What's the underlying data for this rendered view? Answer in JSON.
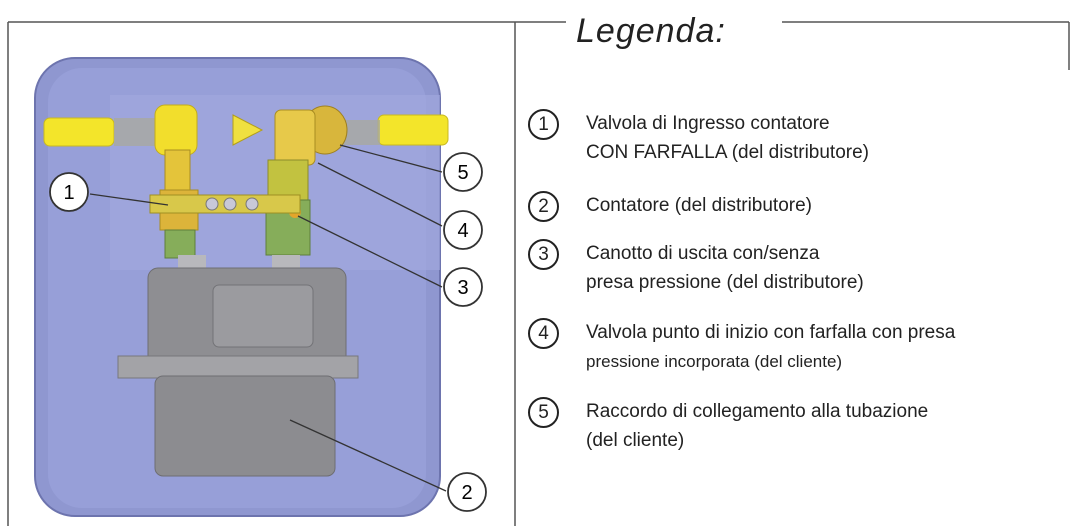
{
  "legend": {
    "title": "Legenda:",
    "items": [
      {
        "num": "1",
        "lines": [
          "Valvola di Ingresso contatore",
          "CON FARFALLA (del distributore)"
        ]
      },
      {
        "num": "2",
        "lines": [
          "Contatore (del distributore)"
        ]
      },
      {
        "num": "3",
        "lines": [
          "Canotto di uscita con/senza",
          "presa pressione (del distributore)"
        ]
      },
      {
        "num": "4",
        "lines": [
          "Valvola punto di inizio con farfalla con presa",
          "pressione incorporata (del cliente)"
        ]
      },
      {
        "num": "5",
        "lines": [
          "Raccordo di collegamento alla tubazione",
          "(del cliente)"
        ]
      }
    ]
  },
  "callouts": [
    "1",
    "5",
    "4",
    "3",
    "2"
  ],
  "colors": {
    "cabinet": "#8f97d0",
    "pipe": "#f3e52a",
    "meter": "#8e8e92",
    "fitting": "#d9b43a"
  }
}
